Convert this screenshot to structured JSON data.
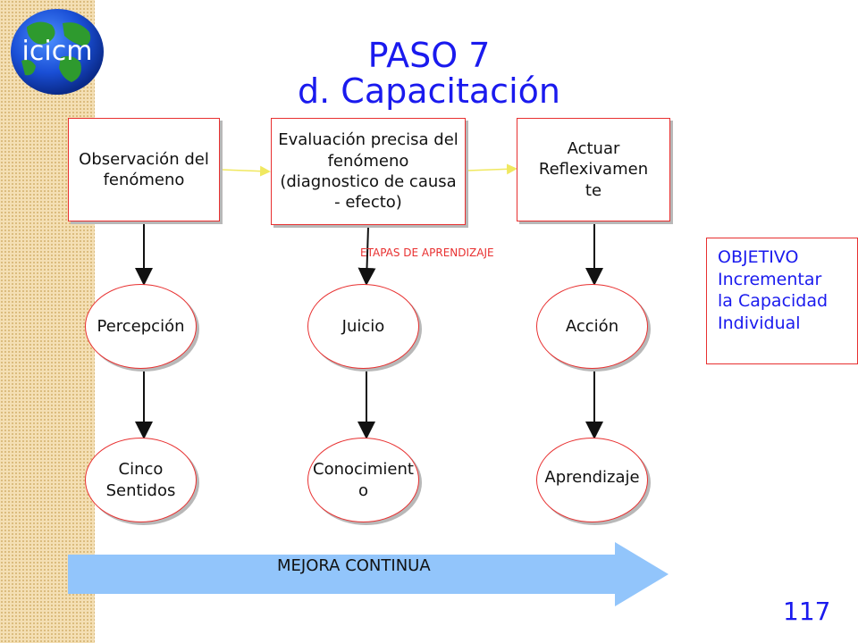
{
  "logo": {
    "text": "icicm"
  },
  "title": {
    "line1": "PASO 7",
    "line2": "d. Capacitación"
  },
  "boxes": {
    "observacion": "Observación del fenómeno",
    "evaluacion": "Evaluación precisa del fenómeno (diagnostico de causa - efecto)",
    "actuar": "Actuar Reflexivamen te"
  },
  "stages_label": "ETAPAS DE APRENDIZAJE",
  "ellipses": {
    "percepcion": "Percepción",
    "juicio": "Juicio",
    "accion": "Acción",
    "cinco_sentidos": "Cinco Sentidos",
    "conocimiento": "Conocimient o",
    "aprendizaje": "Aprendizaje"
  },
  "objetivo": {
    "heading": "OBJETIVO",
    "text": "Incrementar la Capacidad Individual"
  },
  "arrow_label": "MEJORA CONTINUA",
  "page_number": "117",
  "colors": {
    "title": "#1a1aee",
    "border": "#e83030",
    "arrow": "#92c5fb",
    "sidebar": "#f4dfb4"
  }
}
